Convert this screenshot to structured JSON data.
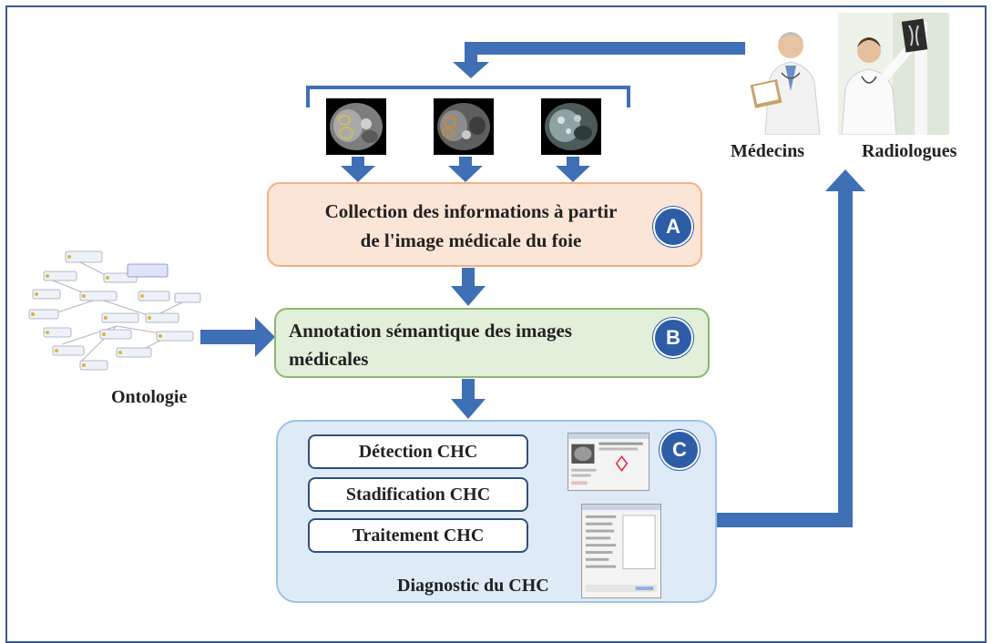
{
  "steps": {
    "a": {
      "badge": "A",
      "line1": "Collection des informations à partir",
      "line2": "de l'image médicale du foie"
    },
    "b": {
      "badge": "B",
      "line1": "Annotation sémantique des images",
      "line2": "médicales"
    },
    "c": {
      "badge": "C",
      "title": "Diagnostic du CHC",
      "items": [
        "Détection CHC",
        "Stadification CHC",
        "Traitement CHC"
      ]
    }
  },
  "labels": {
    "ontology": "Ontologie",
    "doctors": "Médecins",
    "radiologists": "Radiologues"
  },
  "colors": {
    "arrow": "#3f6fb5",
    "badge": "#2e5da8",
    "box_a_fill": "#fbe5d6",
    "box_b_fill": "#e2efda",
    "box_c_fill": "#deebf7"
  },
  "icons": [
    "liver-ct-scan-image",
    "ontology-graph-image",
    "software-screenshot-image",
    "doctor-photo",
    "radiologist-photo"
  ]
}
